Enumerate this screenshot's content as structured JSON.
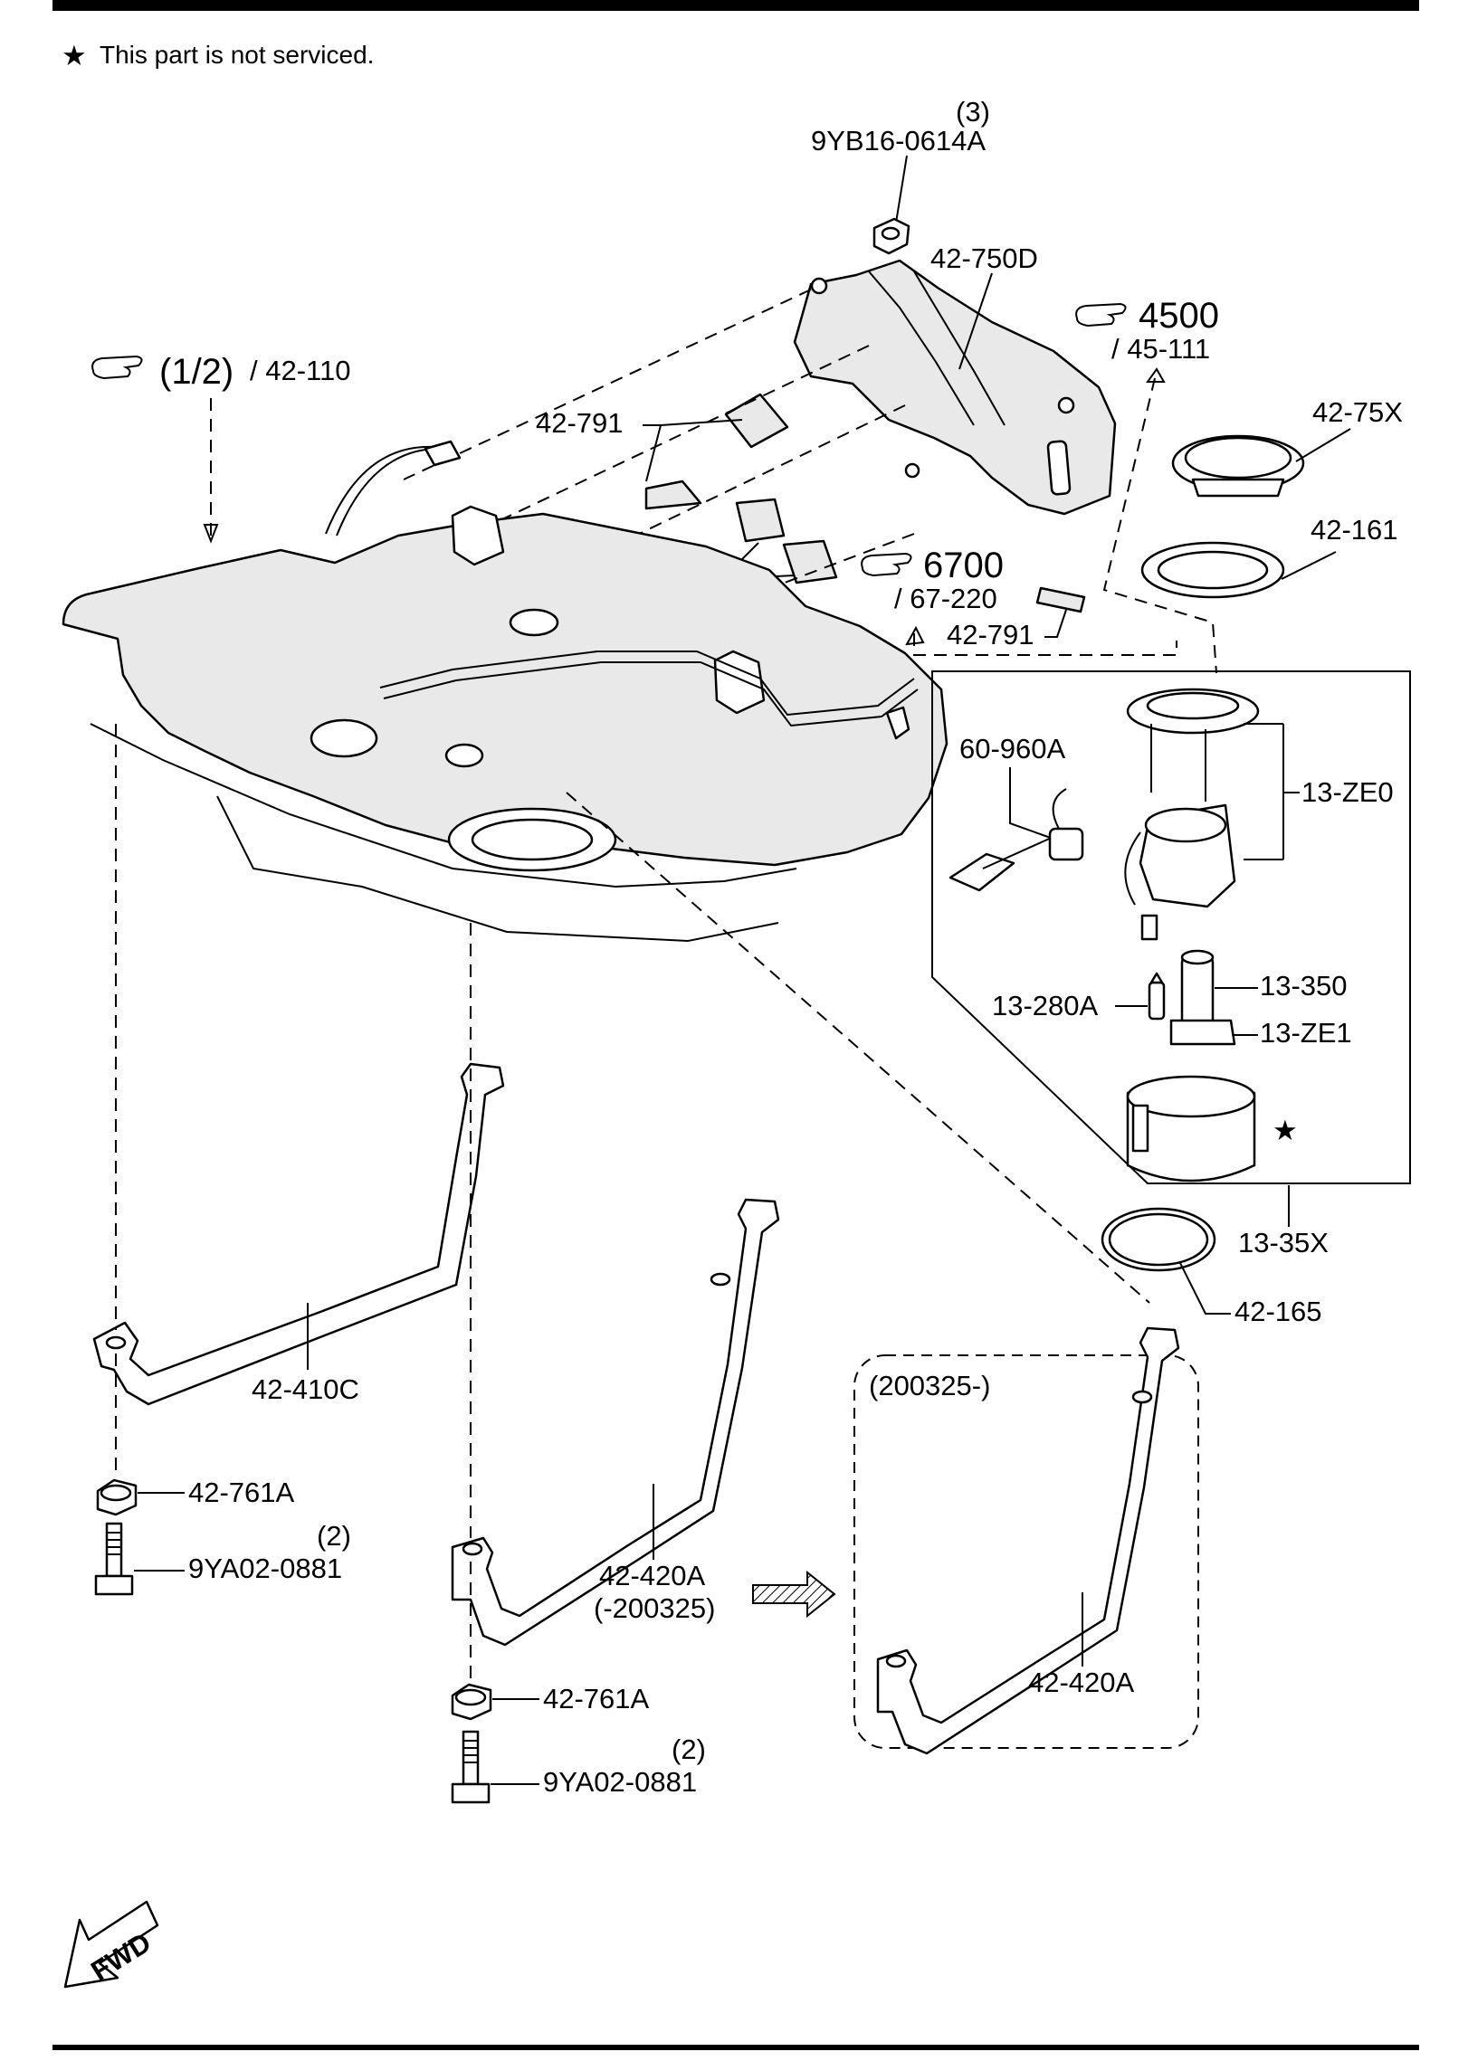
{
  "note": {
    "star": "★",
    "text": "This part is not serviced."
  },
  "refs": {
    "main": {
      "num": "(1/2)",
      "part": "/ 42-110"
    },
    "r4500": {
      "num": "4500",
      "part": "/ 45-111"
    },
    "r6700": {
      "num": "6700",
      "part": "/ 67-220"
    }
  },
  "labels": {
    "qty3": "(3)",
    "nut": "9YB16-0614A",
    "shield": "42-750D",
    "pad1": "42-791",
    "pad2": "42-791",
    "pad3": "42-791",
    "lockring": "42-75X",
    "gasket_ring": "42-161",
    "sender": "60-960A",
    "pump_module": "13-ZE0",
    "pump": "13-350",
    "regulator": "13-280A",
    "pump_bracket": "13-ZE1",
    "star": "★",
    "assy": "13-35X",
    "oring": "42-165",
    "strap_front": "42-410C",
    "nut_a": "42-761A",
    "qty2_a": "(2)",
    "bolt_a": "9YA02-0881",
    "strap_rear": "42-420A",
    "strap_rear_range": "(-200325)",
    "variant_range": "(200325-)",
    "strap_rear_new": "42-420A",
    "nut_b": "42-761A",
    "qty2_b": "(2)",
    "bolt_b": "9YA02-0881",
    "fwd": "FWD"
  },
  "icons": [
    "pointing-hand-icon",
    "star-icon",
    "fwd-arrow-icon",
    "hatched-arrow-icon"
  ]
}
